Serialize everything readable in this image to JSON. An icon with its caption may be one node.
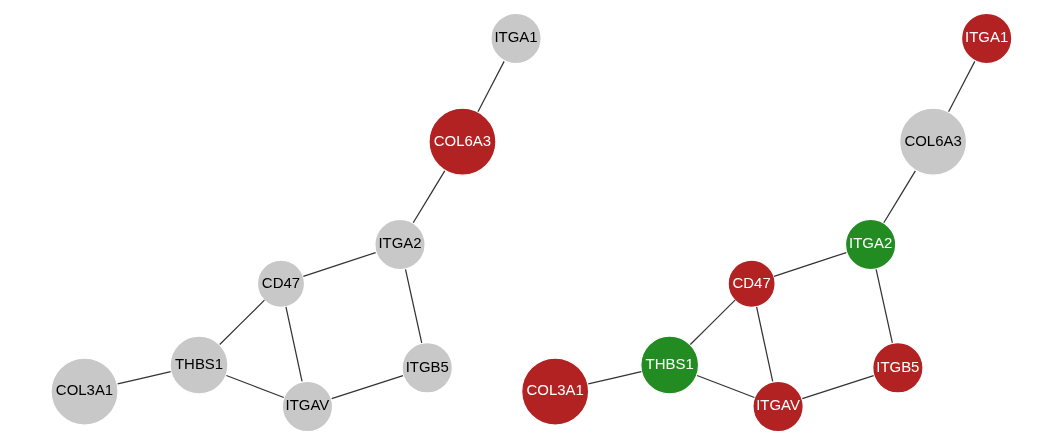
{
  "diagram": {
    "nodes": [
      {
        "text": [
          "COL3A1"
        ]
      },
      {
        "text": [
          "THBS1"
        ]
      },
      {
        "text": [
          "CD47"
        ]
      },
      {
        "text": [
          "ITGA1"
        ]
      },
      {
        "text": [
          "COL6A3"
        ]
      },
      {
        "text": [
          "ITGA2"
        ]
      },
      {
        "text": [
          "ITGAV"
        ]
      },
      {
        "text": [
          "ITGB5"
        ]
      },
      {
        "text": [
          "COL3A1"
        ]
      },
      {
        "text": [
          "THBS1"
        ]
      },
      {
        "text": [
          "CD47"
        ]
      },
      {
        "text": [
          "ITGA1"
        ]
      },
      {
        "text": [
          "COL6A3"
        ]
      },
      {
        "text": [
          "ITGA2"
        ]
      },
      {
        "text": [
          "ITGAV"
        ]
      },
      {
        "text": [
          "ITGB5"
        ]
      }
    ],
    "edges": [
      {
        "from": 0,
        "to": 1,
        "arrow": "none"
      },
      {
        "from": 1,
        "to": 2,
        "arrow": "none"
      },
      {
        "from": 1,
        "to": 6,
        "arrow": "none"
      },
      {
        "from": 2,
        "to": 5,
        "arrow": "none"
      },
      {
        "from": 2,
        "to": 6,
        "arrow": "none"
      },
      {
        "from": 3,
        "to": 4,
        "arrow": "none"
      },
      {
        "from": 4,
        "to": 5,
        "arrow": "none"
      },
      {
        "from": 5,
        "to": 7,
        "arrow": "none"
      },
      {
        "from": 6,
        "to": 7,
        "arrow": "none"
      },
      {
        "from": 8,
        "to": 9,
        "arrow": "none"
      },
      {
        "from": 9,
        "to": 10,
        "arrow": "none"
      },
      {
        "from": 9,
        "to": 14,
        "arrow": "none"
      },
      {
        "from": 10,
        "to": 13,
        "arrow": "none"
      },
      {
        "from": 10,
        "to": 14,
        "arrow": "none"
      },
      {
        "from": 11,
        "to": 12,
        "arrow": "none"
      },
      {
        "from": 12,
        "to": 13,
        "arrow": "none"
      },
      {
        "from": 13,
        "to": 15,
        "arrow": "none"
      },
      {
        "from": 14,
        "to": 15,
        "arrow": "none"
      }
    ]
  }
}
